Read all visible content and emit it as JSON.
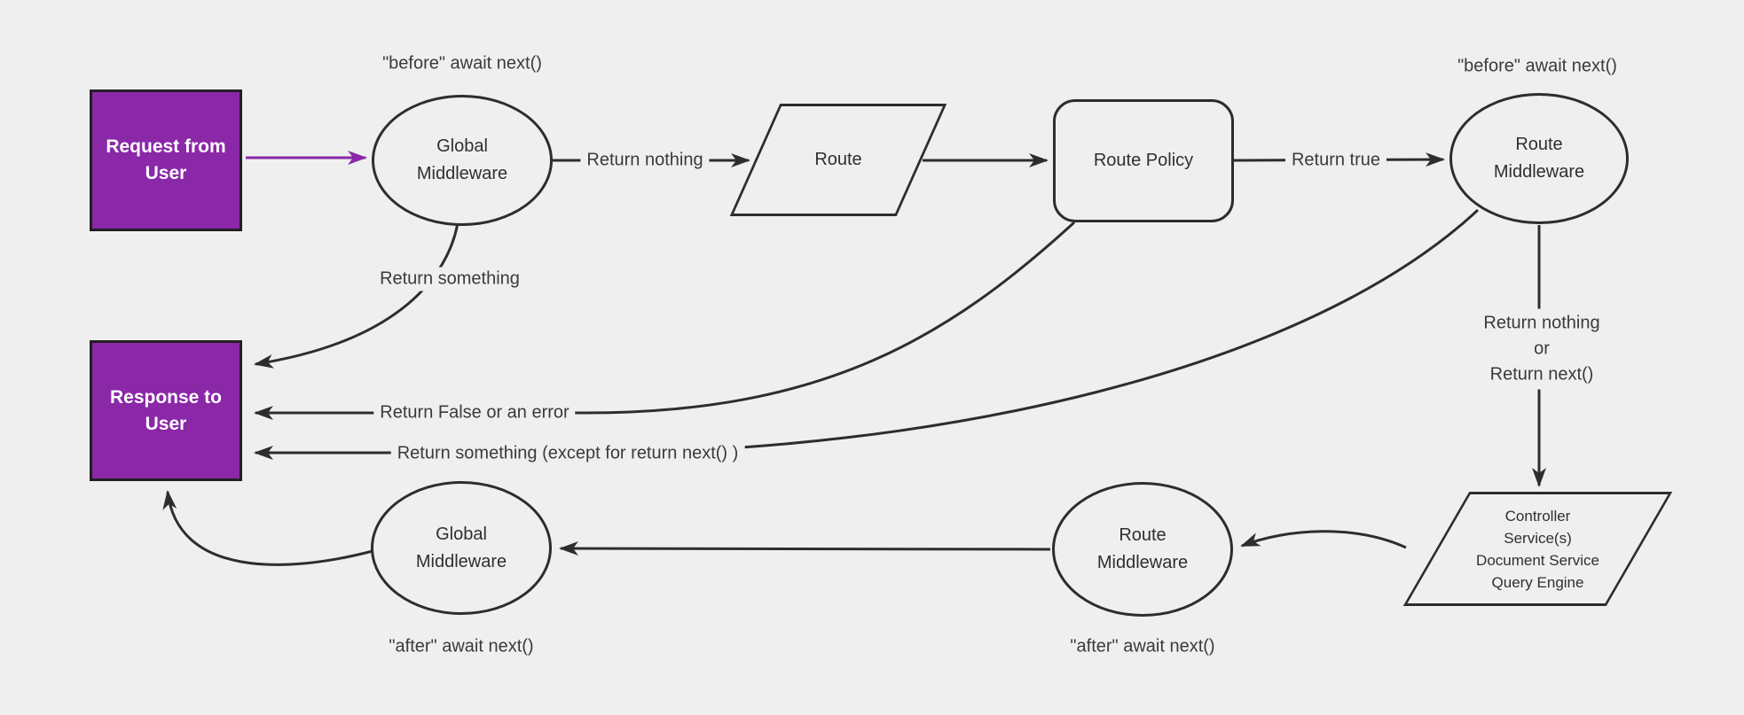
{
  "diagram": {
    "title": "Request / response lifecycle middleware flowchart",
    "colors": {
      "background": "#efefef",
      "line": "#2d2d2d",
      "accent_purple": "#8a28a8",
      "node_border_dark": "#231f23",
      "label_text": "#3a3a3a",
      "node_text": "#2f2f2f",
      "box_text": "#ffffff"
    },
    "nodes": {
      "request": {
        "lines": [
          "Request from",
          "User"
        ]
      },
      "global_mw_top": {
        "lines": [
          "Global",
          "Middleware"
        ]
      },
      "route": {
        "lines": [
          "Route"
        ]
      },
      "route_policy": {
        "lines": [
          "Route Policy"
        ]
      },
      "route_mw_top": {
        "lines": [
          "Route",
          "Middleware"
        ]
      },
      "controller": {
        "lines": [
          "Controller",
          "Service(s)",
          "Document Service",
          "Query Engine"
        ]
      },
      "route_mw_bottom": {
        "lines": [
          "Route",
          "Middleware"
        ]
      },
      "global_mw_bottom": {
        "lines": [
          "Global",
          "Middleware"
        ]
      },
      "response": {
        "lines": [
          "Response to",
          "User"
        ]
      }
    },
    "labels": {
      "before_left": "\"before\" await next()",
      "before_right": "\"before\" await next()",
      "return_nothing": "Return nothing",
      "return_true": "Return true",
      "return_something": "Return something",
      "return_false": "Return False or an error",
      "return_something_except": "Return something (except for return next() )",
      "return_nothing_or": {
        "lines": [
          "Return nothing",
          "or",
          "Return next()"
        ]
      },
      "after_left": "\"after\" await next()",
      "after_right": "\"after\" await next()"
    }
  }
}
